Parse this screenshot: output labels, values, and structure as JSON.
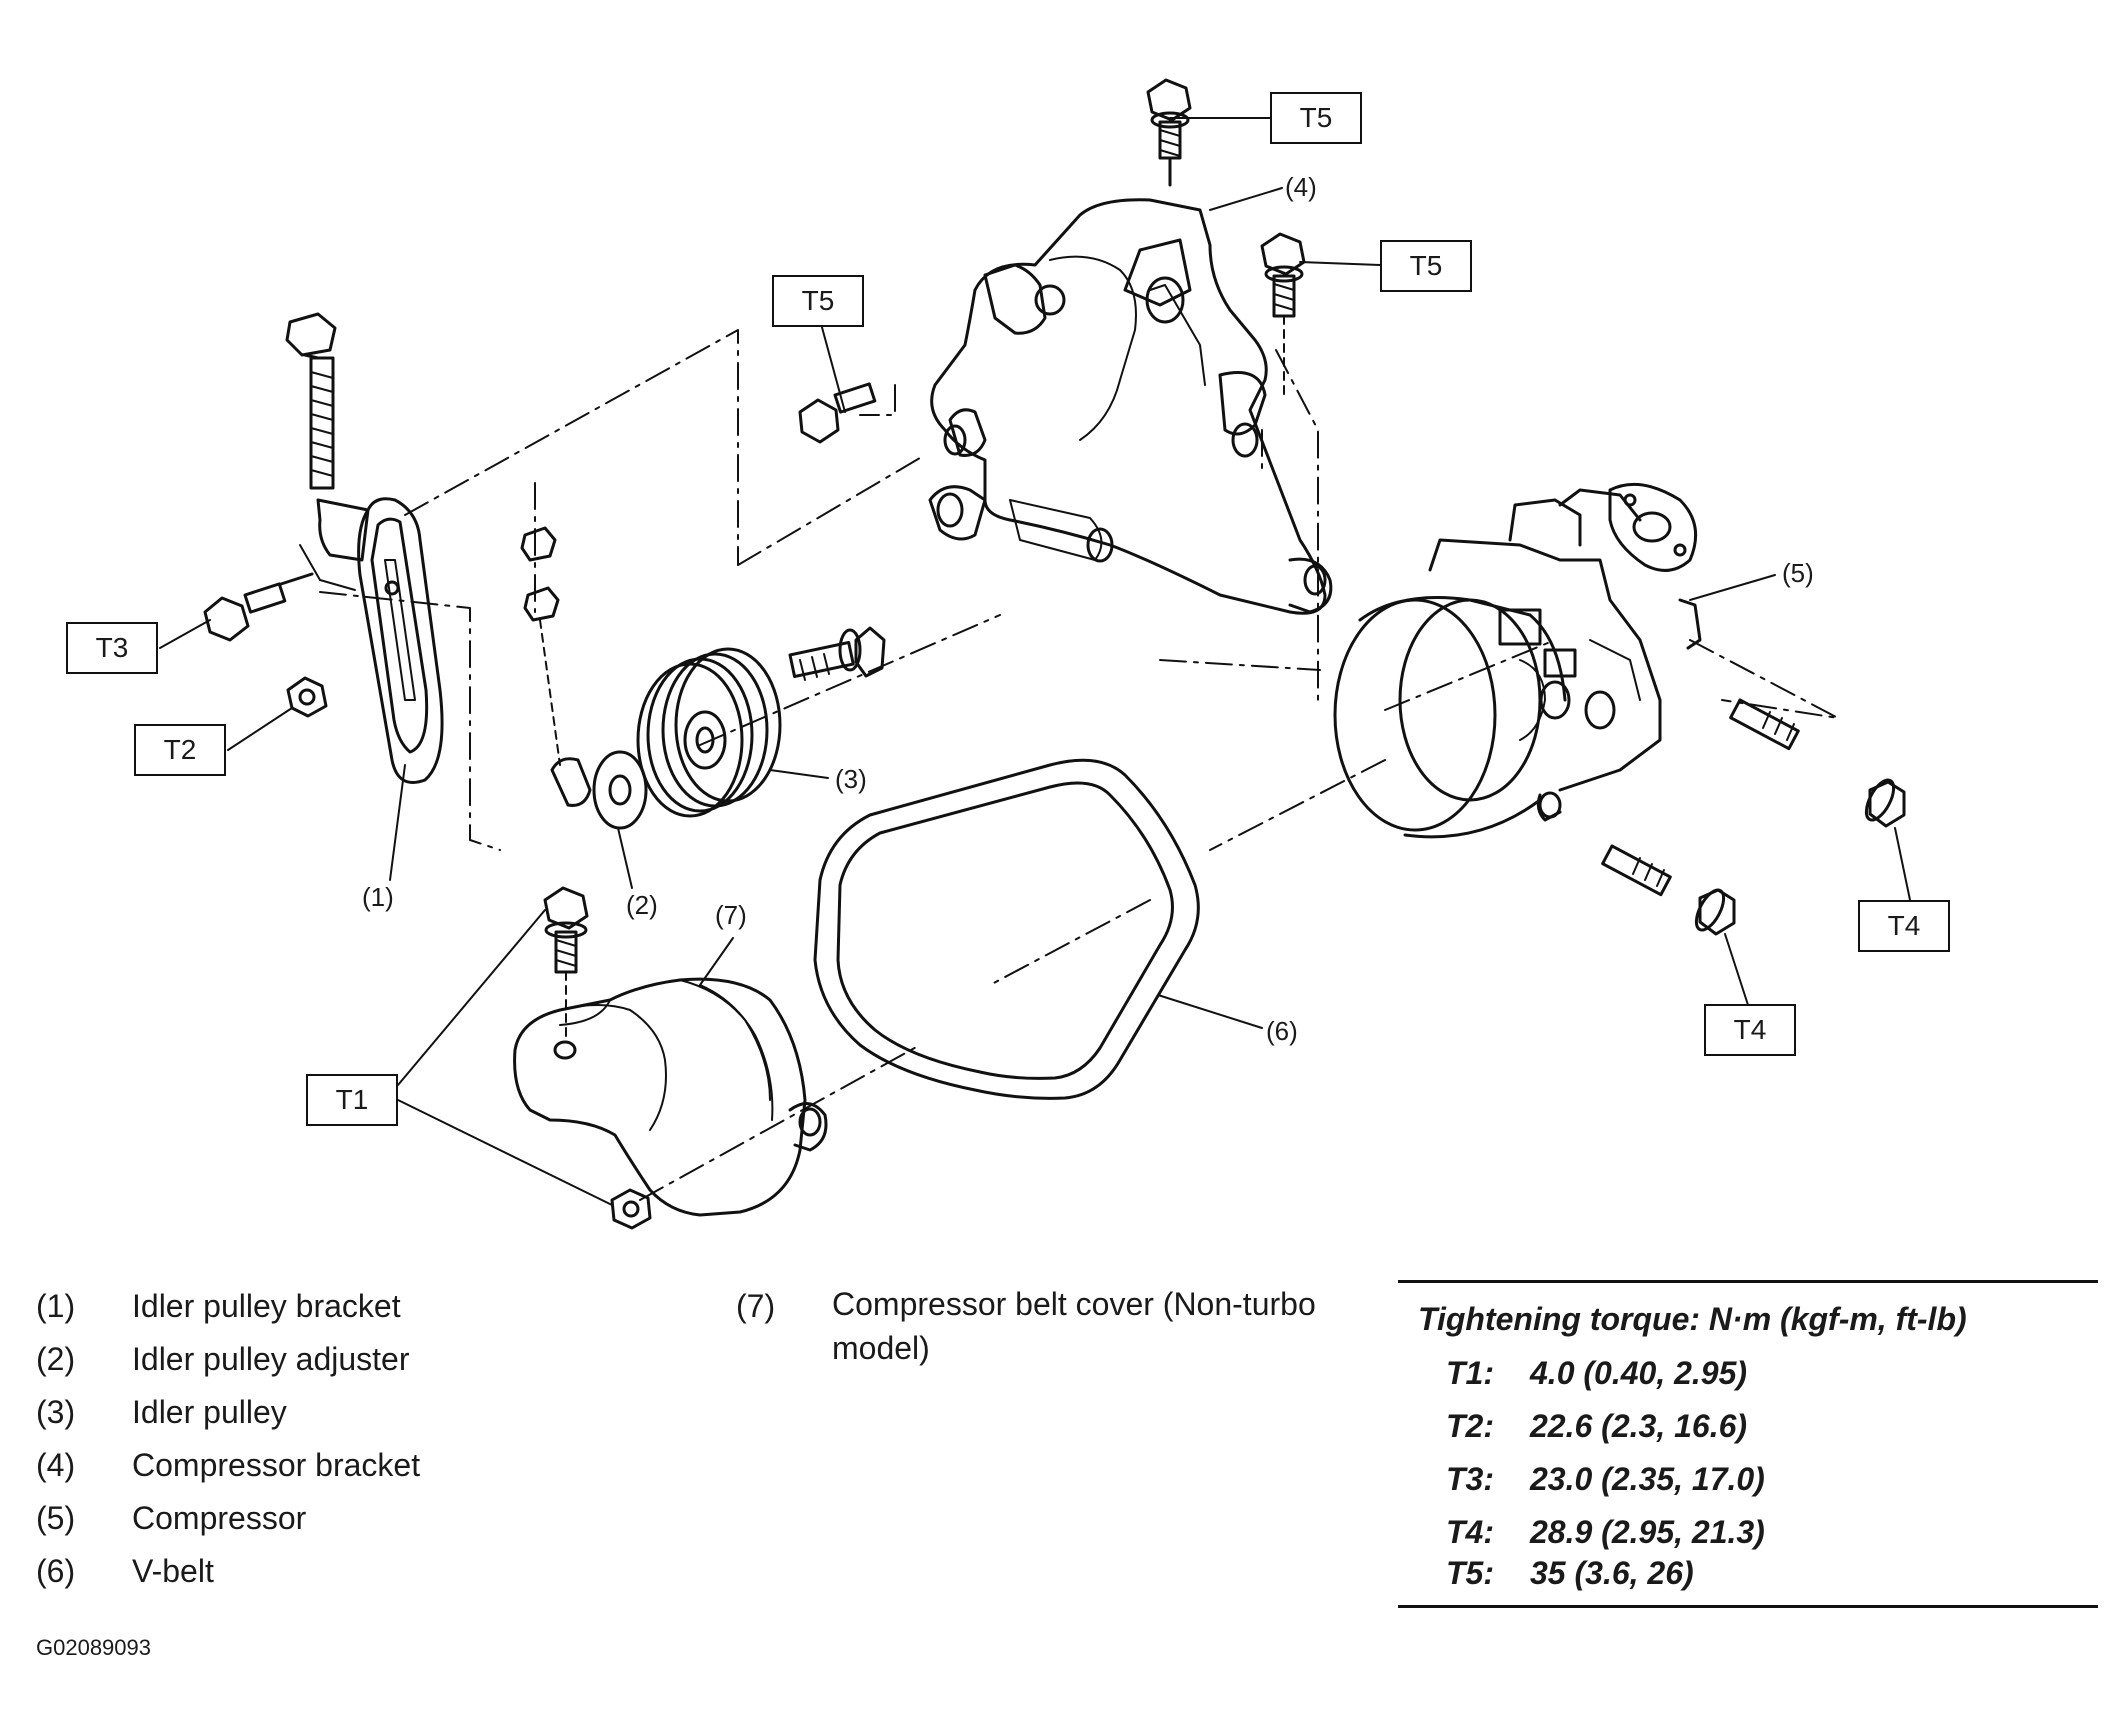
{
  "callouts": {
    "c1": "(1)",
    "c2": "(2)",
    "c3": "(3)",
    "c4": "(4)",
    "c5": "(5)",
    "c6": "(6)",
    "c7": "(7)"
  },
  "torque_tags": {
    "t1": "T1",
    "t2": "T2",
    "t3": "T3",
    "t4a": "T4",
    "t4b": "T4",
    "t5a": "T5",
    "t5b": "T5",
    "t5c": "T5"
  },
  "legend": [
    {
      "num": "(1)",
      "text": "Idler pulley bracket"
    },
    {
      "num": "(2)",
      "text": "Idler pulley adjuster"
    },
    {
      "num": "(3)",
      "text": "Idler pulley"
    },
    {
      "num": "(4)",
      "text": "Compressor bracket"
    },
    {
      "num": "(5)",
      "text": "Compressor"
    },
    {
      "num": "(6)",
      "text": "V-belt"
    }
  ],
  "legend_right": [
    {
      "num": "(7)",
      "text": "Compressor belt cover (Non-turbo model)"
    }
  ],
  "torque": {
    "title": "Tightening torque: N·m (kgf-m, ft-lb)",
    "rows": [
      {
        "id": "T1:",
        "value": "4.0 (0.40, 2.95)"
      },
      {
        "id": "T2:",
        "value": "22.6 (2.3, 16.6)"
      },
      {
        "id": "T3:",
        "value": "23.0 (2.35, 17.0)"
      },
      {
        "id": "T4:",
        "value": "28.9 (2.95, 21.3)"
      },
      {
        "id": "T5:",
        "value": "35 (3.6, 26)"
      }
    ]
  },
  "figure_code": "G02089093"
}
